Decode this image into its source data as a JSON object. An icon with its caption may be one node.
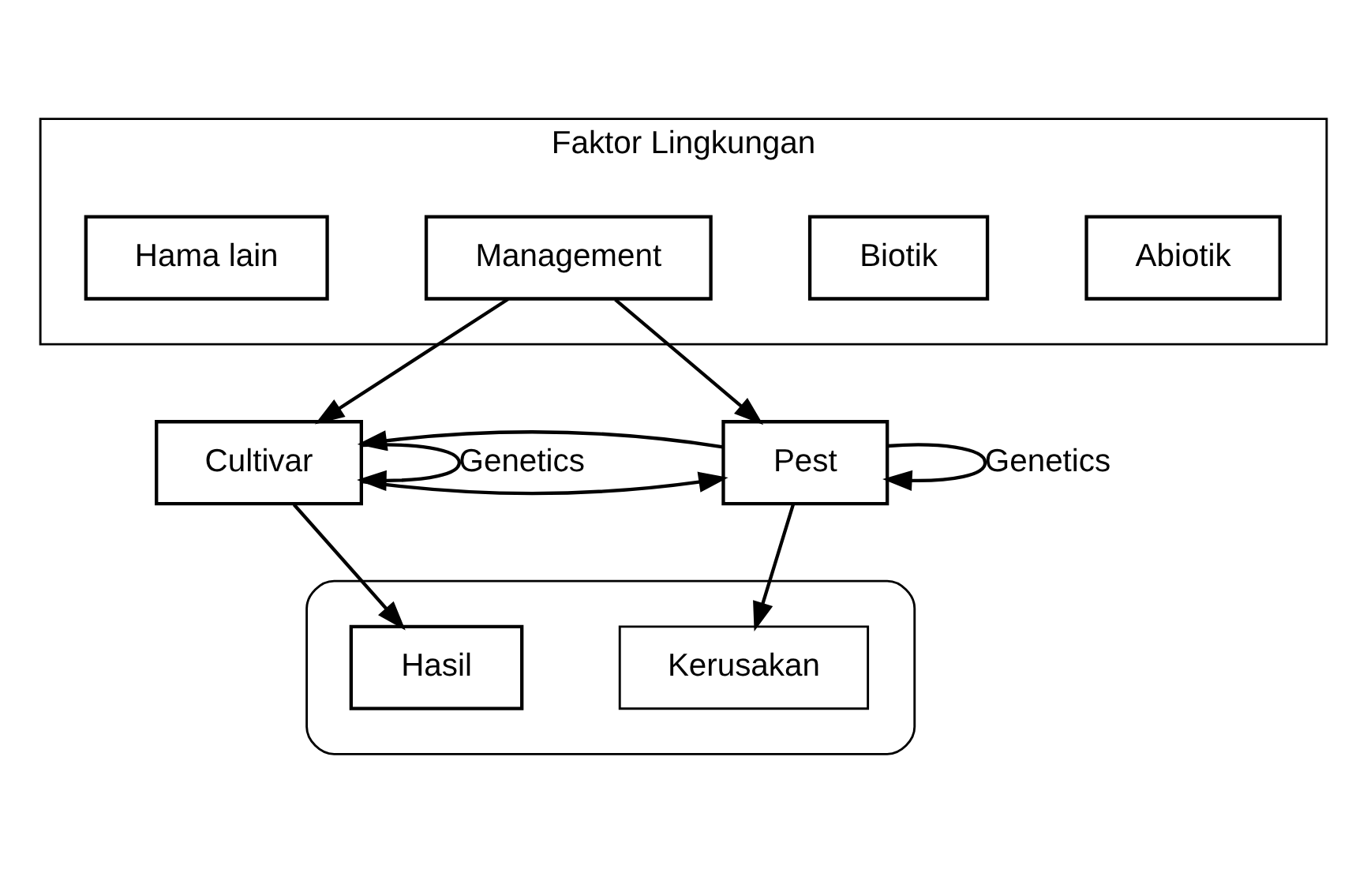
{
  "diagram": {
    "nodes": [
      {
        "text": [
          "Faktor Lingkungan"
        ]
      },
      {
        "text": [
          "Abiotik"
        ],
        "in": 0
      },
      {
        "text": [
          "Biotik"
        ],
        "in": 0
      },
      {
        "text": [
          "Management"
        ],
        "in": 0
      },
      {
        "text": [
          "Hama lain"
        ],
        "in": 0
      },
      {
        "text": [
          "Cultivar"
        ]
      },
      {
        "text": [
          "Pest"
        ]
      },
      {
        "text": [],
        "shape": "ellipse"
      },
      {
        "text": [
          "Hasil"
        ],
        "in": 7
      },
      {
        "text": [
          "Kerusakan"
        ],
        "in": 7
      }
    ],
    "edges": [
      {
        "from": 3,
        "to": 5,
        "arrow": "to"
      },
      {
        "from": 3,
        "to": 6,
        "arrow": "to"
      },
      {
        "from": 5,
        "to": 6,
        "arrow": "to"
      },
      {
        "from": 6,
        "to": 5,
        "arrow": "to"
      },
      {
        "from": 5,
        "to": 5,
        "arrow": "to",
        "label": "Genetics"
      },
      {
        "from": 6,
        "to": 6,
        "arrow": "to",
        "label": "Genetics"
      },
      {
        "from": 5,
        "to": 8,
        "arrow": "to"
      },
      {
        "from": 6,
        "to": 9,
        "arrow": "to"
      }
    ]
  }
}
